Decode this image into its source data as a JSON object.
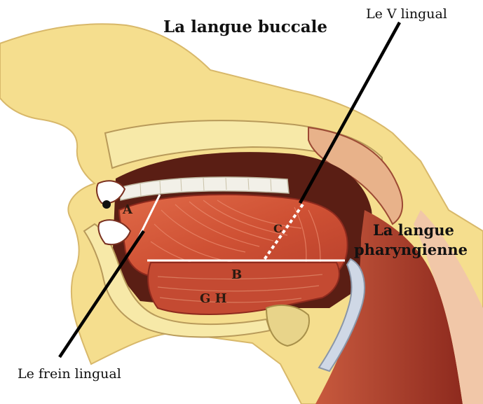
{
  "labels": {
    "title": "La langue buccale",
    "v_lingual": "Le V lingual",
    "pharyngeal_line1": "La langue",
    "pharyngeal_line2": "pharyngienne",
    "frein": "Le frein lingual"
  },
  "markers": {
    "a": "A",
    "b": "B",
    "c": "C",
    "gh": "G H"
  },
  "colors": {
    "skin": "#f5de8e",
    "bone": "#f7e9a8",
    "palate": "#e8b28a",
    "cavity": "#5a1e14",
    "tongue": "#d0563a",
    "muscle_dark": "#b8402c",
    "teeth": "#f2f0e8",
    "pharynx": "#a83a2a",
    "line": "#000000"
  }
}
